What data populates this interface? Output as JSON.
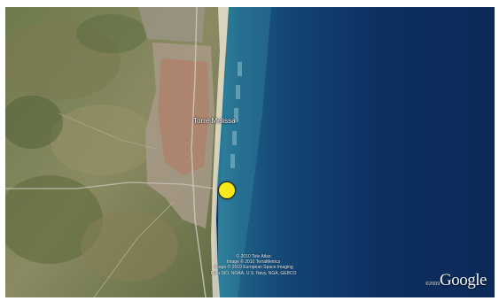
{
  "map": {
    "place_label": "Torre Melissa",
    "marker_color": "#f6e81a",
    "credits": [
      "© 2010 Tele Atlas",
      "Image © 2010 TerraMetrics",
      "Image © 2010 European Space Imaging",
      "Data SIO, NOAA, U.S. Navy, NGA, GEBCO"
    ],
    "copyright": "©2009",
    "logo": "Google"
  }
}
